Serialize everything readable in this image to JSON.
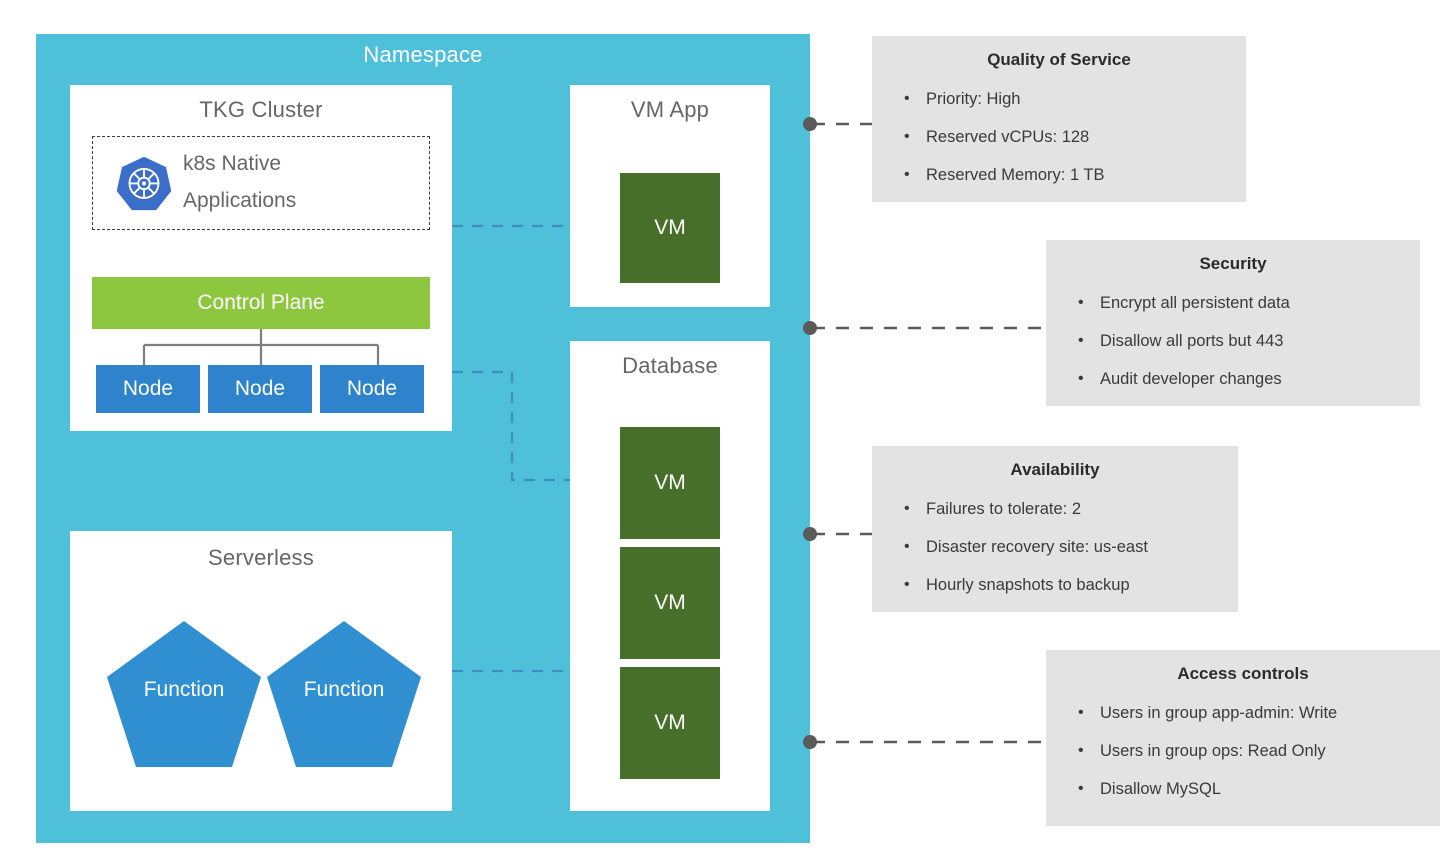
{
  "namespace": {
    "title": "Namespace",
    "color": "#4FC0DA"
  },
  "tkg_cluster": {
    "title": "TKG Cluster",
    "k8s_native": {
      "icon": "kubernetes-logo",
      "line1": "k8s Native",
      "line2": "Applications"
    },
    "control_plane": {
      "label": "Control Plane",
      "color": "#8DC63F"
    },
    "nodes": [
      {
        "label": "Node"
      },
      {
        "label": "Node"
      },
      {
        "label": "Node"
      }
    ],
    "node_color": "#2F83CC"
  },
  "serverless": {
    "title": "Serverless",
    "functions": [
      {
        "label": "Function"
      },
      {
        "label": "Function"
      }
    ],
    "function_color": "#2F8FD0"
  },
  "vm_app": {
    "title": "VM App",
    "vms": [
      {
        "label": "VM"
      }
    ],
    "vm_color": "#476F2A"
  },
  "database": {
    "title": "Database",
    "vms": [
      {
        "label": "VM"
      },
      {
        "label": "VM"
      },
      {
        "label": "VM"
      }
    ],
    "vm_color": "#476F2A"
  },
  "annotations": [
    {
      "title": "Quality of Service",
      "items": [
        "Priority: High",
        "Reserved vCPUs: 128",
        "Reserved Memory: 1 TB"
      ]
    },
    {
      "title": "Security",
      "items": [
        "Encrypt all persistent data",
        "Disallow all ports but 443",
        "Audit developer changes"
      ]
    },
    {
      "title": "Availability",
      "items": [
        "Failures to tolerate: 2",
        "Disaster recovery site: us-east",
        "Hourly snapshots to backup"
      ]
    },
    {
      "title": "Access controls",
      "items": [
        "Users in group app-admin: Write",
        "Users in group ops: Read Only",
        "Disallow MySQL"
      ]
    }
  ],
  "bullet_char": "•",
  "connector_color": "#5a5a5a",
  "card_color": "#E3E3E3"
}
